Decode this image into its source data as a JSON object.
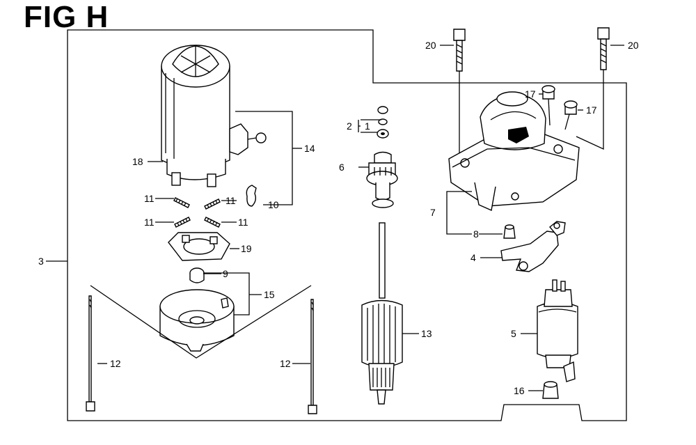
{
  "figure": {
    "title": "FIG H"
  },
  "callouts": {
    "c1": "1",
    "c2": "2",
    "c3": "3",
    "c4": "4",
    "c5": "5",
    "c6": "6",
    "c7": "7",
    "c8": "8",
    "c9": "9",
    "c10": "10",
    "c11a": "11",
    "c11b": "11",
    "c11c": "11",
    "c11d": "11",
    "c12a": "12",
    "c12b": "12",
    "c13": "13",
    "c14": "14",
    "c15": "15",
    "c16": "16",
    "c17a": "17",
    "c17b": "17",
    "c18": "18",
    "c19": "19",
    "c20a": "20",
    "c20b": "20"
  }
}
